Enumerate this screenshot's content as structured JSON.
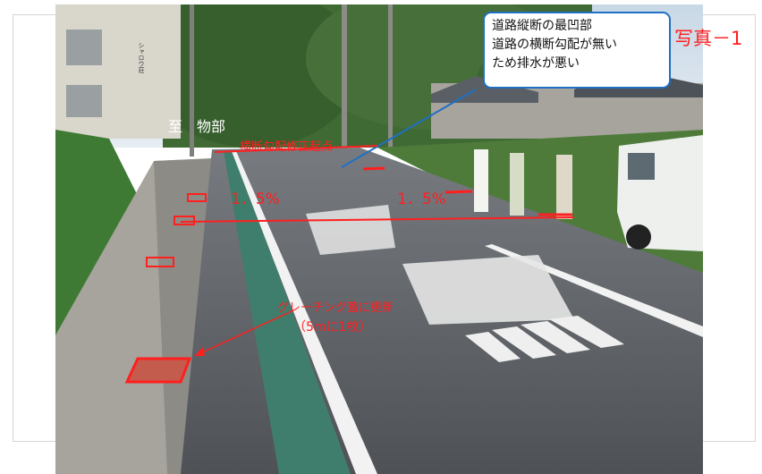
{
  "photo": {
    "direction_label": "至　物部",
    "slope_start_label": "横断勾配修正起点",
    "slope_left": "1．5%",
    "slope_right": "1．5%",
    "grating_label": "グレーチング蓋に更新",
    "grating_note": "（5mに1枚）",
    "building_sign": "シャロウ荘"
  },
  "callout": {
    "lines": [
      "道路縦断の最凹部",
      "道路の横断勾配が無い",
      "ため排水が悪い"
    ]
  },
  "photo_number": "写真－1",
  "colors": {
    "annotation_red": "#ff1f1f",
    "callout_border": "#1f6fc4",
    "green_lane": "#3f7e6c",
    "asphalt": "#5c5f63"
  }
}
